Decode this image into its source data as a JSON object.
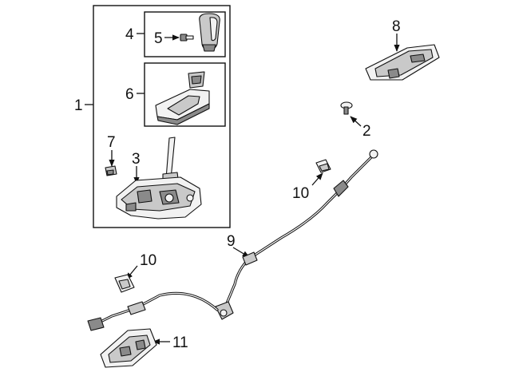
{
  "colors": {
    "line": "#111111",
    "background": "#ffffff",
    "part_fill": "#c9c9c9"
  },
  "callouts": [
    {
      "id": "c1",
      "text": "1"
    },
    {
      "id": "c2",
      "text": "2"
    },
    {
      "id": "c3",
      "text": "3"
    },
    {
      "id": "c4",
      "text": "4"
    },
    {
      "id": "c5",
      "text": "5"
    },
    {
      "id": "c6",
      "text": "6"
    },
    {
      "id": "c7",
      "text": "7"
    },
    {
      "id": "c8",
      "text": "8"
    },
    {
      "id": "c9",
      "text": "9"
    },
    {
      "id": "c10a",
      "text": "10"
    },
    {
      "id": "c10b",
      "text": "10"
    },
    {
      "id": "c11",
      "text": "11"
    }
  ]
}
